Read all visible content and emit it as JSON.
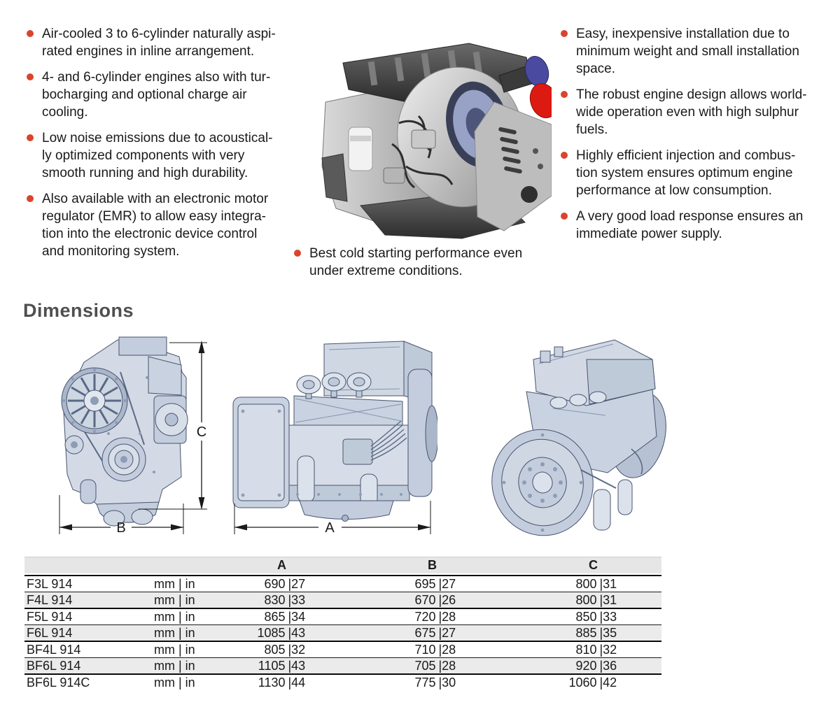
{
  "colors": {
    "accent": "#d9452c",
    "text": "#1a1a1a",
    "heading": "#4f4f4f",
    "drawing_stroke": "#47546e",
    "drawing_fill": "#d3dae6",
    "photo_blue_cap": "#4a4aa0",
    "photo_red_cap": "#dd1a12"
  },
  "features": {
    "left": [
      "Air-cooled 3 to 6-cylinder naturally aspi-\nrated engines in inline arrangement.",
      "4- and 6-cylinder engines also with tur-\nbocharging and optional charge air\ncooling.",
      "Low noise emissions due to acoustical-\nly optimized components with very\nsmooth running and high durability.",
      "Also available with an electronic motor\nregulator (EMR) to allow easy integra-\ntion into the electronic device control\nand monitoring system."
    ],
    "center": [
      "Best cold starting performance even\nunder extreme conditions."
    ],
    "right": [
      "Easy, inexpensive installation due to\nminimum weight and small installation\nspace.",
      "The robust engine design allows world-\nwide operation even with high sulphur\nfuels.",
      "Highly efficient injection and combus-\ntion system ensures optimum engine\nperformance at low consumption.",
      "A very good load response ensures an\nimmediate power supply."
    ]
  },
  "dimensions": {
    "heading": "Dimensions",
    "labels": {
      "a": "A",
      "b": "B",
      "c": "C"
    }
  },
  "table": {
    "headers": {
      "a": "A",
      "b": "B",
      "c": "C"
    },
    "rows": [
      {
        "model": "F3L 914",
        "units": "mm | in",
        "a_mm": "690",
        "a_in": "|27",
        "b_mm": "695",
        "b_in": "|27",
        "c_mm": "800",
        "c_in": "|31"
      },
      {
        "model": "F4L 914",
        "units": "mm | in",
        "a_mm": "830",
        "a_in": "|33",
        "b_mm": "670",
        "b_in": "|26",
        "c_mm": "800",
        "c_in": "|31"
      },
      {
        "model": "F5L 914",
        "units": "mm | in",
        "a_mm": "865",
        "a_in": "|34",
        "b_mm": "720",
        "b_in": "|28",
        "c_mm": "850",
        "c_in": "|33"
      },
      {
        "model": "F6L 914",
        "units": "mm | in",
        "a_mm": "1085",
        "a_in": "|43",
        "b_mm": "675",
        "b_in": "|27",
        "c_mm": "885",
        "c_in": "|35"
      },
      {
        "model": "BF4L 914",
        "units": "mm | in",
        "a_mm": "805",
        "a_in": "|32",
        "b_mm": "710",
        "b_in": "|28",
        "c_mm": "810",
        "c_in": "|32"
      },
      {
        "model": "BF6L 914",
        "units": "mm | in",
        "a_mm": "1105",
        "a_in": "|43",
        "b_mm": "705",
        "b_in": "|28",
        "c_mm": "920",
        "c_in": "|36"
      },
      {
        "model": "BF6L 914C",
        "units": "mm | in",
        "a_mm": "1130",
        "a_in": "|44",
        "b_mm": "775",
        "b_in": "|30",
        "c_mm": "1060",
        "c_in": "|42"
      }
    ]
  }
}
